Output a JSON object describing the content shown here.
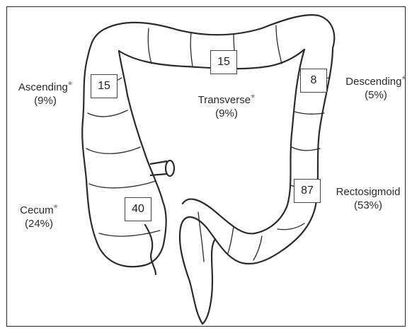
{
  "regions": {
    "ascending": {
      "name": "Ascending",
      "marker": "*",
      "percent": "(9%)",
      "count": "15"
    },
    "transverse": {
      "name": "Transverse",
      "marker": "*",
      "percent": "(9%)",
      "count": "15"
    },
    "descending": {
      "name": "Descending",
      "marker": "*",
      "percent": "(5%)",
      "count": "8"
    },
    "cecum": {
      "name": "Cecum",
      "marker": "*",
      "percent": "(24%)",
      "count": "40"
    },
    "rectosigmoid": {
      "name": "Rectosigmoid",
      "marker": "",
      "percent": "(53%)",
      "count": "87"
    }
  }
}
